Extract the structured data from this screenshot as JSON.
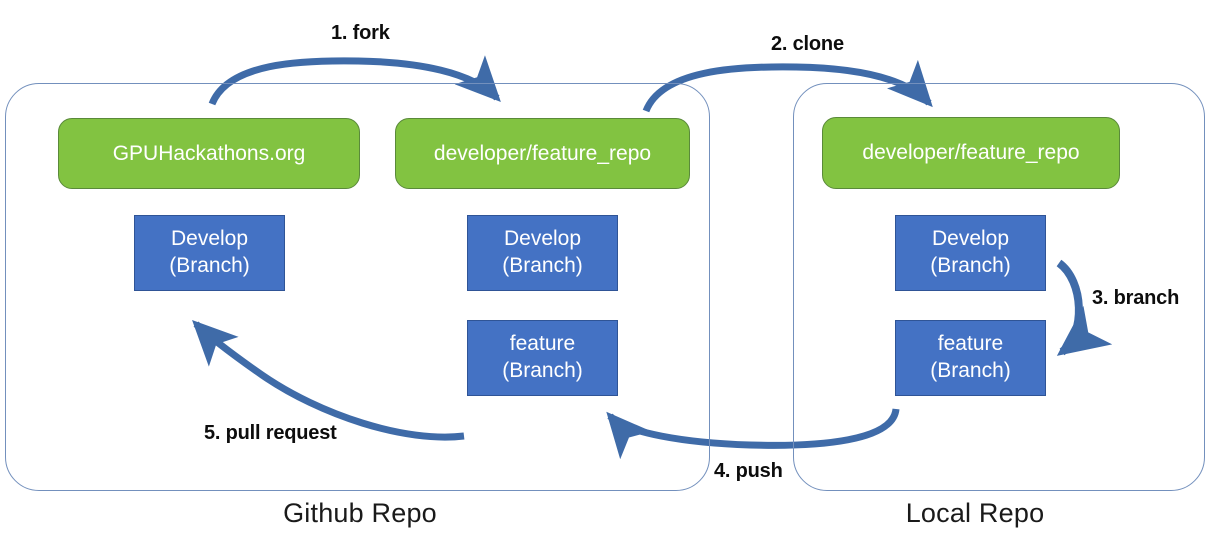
{
  "diagram": {
    "title": "Git fork / clone / branch / push / pull request workflow",
    "colors": {
      "repo_node_fill": "#82C341",
      "repo_node_stroke": "#5a8a3a",
      "branch_node_fill": "#4472C4",
      "branch_node_stroke": "#2f5496",
      "arrow": "#3F6BA8",
      "container_stroke": "#7390bd",
      "background": "#ffffff",
      "node_text": "#ffffff",
      "label_text": "#0d0d0d"
    },
    "containers": [
      {
        "id": "github",
        "caption": "Github Repo"
      },
      {
        "id": "local",
        "caption": "Local Repo"
      }
    ],
    "nodes": {
      "gpuhackathons": {
        "label": "GPUHackathons.org",
        "type": "repo"
      },
      "github_feature": {
        "label": "developer/feature_repo",
        "type": "repo"
      },
      "local_feature": {
        "label": "developer/feature_repo",
        "type": "repo"
      },
      "gh_develop": {
        "line1": "Develop",
        "line2": "(Branch)",
        "type": "branch"
      },
      "ghfeat_develop": {
        "line1": "Develop",
        "line2": "(Branch)",
        "type": "branch"
      },
      "ghfeat_feature": {
        "line1": "feature",
        "line2": "(Branch)",
        "type": "branch"
      },
      "local_develop": {
        "line1": "Develop",
        "line2": "(Branch)",
        "type": "branch"
      },
      "local_featurebr": {
        "line1": "feature",
        "line2": "(Branch)",
        "type": "branch"
      }
    },
    "steps": [
      {
        "n": 1,
        "label": "1. fork",
        "from": "GPUHackathons.org",
        "to": "developer/feature_repo (Github)"
      },
      {
        "n": 2,
        "label": "2. clone",
        "from": "developer/feature_repo (Github)",
        "to": "developer/feature_repo (Local)"
      },
      {
        "n": 3,
        "label": "3. branch",
        "from": "Develop (Branch) Local",
        "to": "feature (Branch) Local"
      },
      {
        "n": 4,
        "label": "4. push",
        "from": "feature (Branch) Local",
        "to": "feature (Branch) Github"
      },
      {
        "n": 5,
        "label": "5. pull request",
        "from": "feature (Branch) Github",
        "to": "Develop (Branch) Github"
      }
    ]
  }
}
